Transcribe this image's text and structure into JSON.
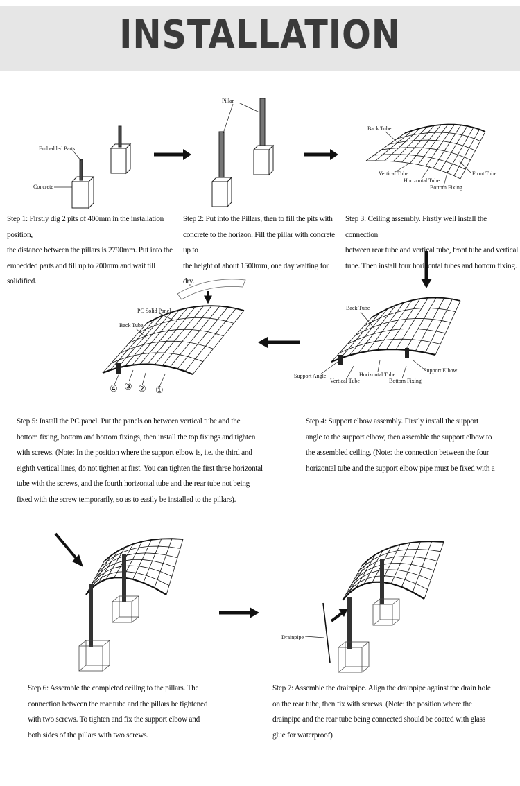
{
  "header": {
    "title": "INSTALLATION"
  },
  "labels": {
    "embedded_parts": "Embedded Parts",
    "concrete": "Concrete",
    "pillar": "Pillar",
    "back_tube": "Back Tube",
    "vertical_tube": "Vertical Tube",
    "horizontal_tube": "Horizontal Tube",
    "front_tube": "Front Tube",
    "bottom_fixing": "Bottom Fixing",
    "pc_solid_panel": "PC Solid Panel",
    "support_angle": "Support Angle",
    "support_elbow": "Support Elbow",
    "drainpipe": "Drainpipe",
    "num_4": "④",
    "num_3": "③",
    "num_2": "②",
    "num_1": "①"
  },
  "steps": {
    "step1": [
      "Step 1: Firstly dig 2 pits of 400mm in the installation position,",
      "the distance between the pillars is 2790mm. Put into the",
      "embedded parts and fill up to 200mm and wait till solidified."
    ],
    "step2": [
      "Step 2: Put into the Pillars, then to fill the pits with",
      "concrete to the horizon. Fill the pillar with concrete up to",
      "the height of about 1500mm, one day waiting for dry."
    ],
    "step3": [
      "Step 3: Ceiling assembly. Firstly well install the connection",
      "between rear tube and vertical tube, front tube and vertical",
      "tube. Then install four horizontal tubes and bottom fixing."
    ],
    "step4": [
      "Step 4: Support elbow assembly. Firstly install the support",
      "angle to the support elbow, then assemble the support elbow to",
      "the assembled ceiling.  (Note: the connection between the four",
      "horizontal tube and the support elbow pipe must be fixed with a"
    ],
    "step5": [
      "Step 5: Install the PC panel. Put the panels on between vertical tube and the",
      "bottom fixing, bottom and bottom fixings, then install the top fixings and tighten",
      "with screws. (Note: In the position where the support elbow is, i.e. the third and",
      "eighth vertical lines, do not tighten at first. You can tighten the first three horizontal",
      "tube with the screws, and the fourth horizontal tube and the rear tube not being",
      "fixed with the screw temporarily, so as to easily be installed to the pillars)."
    ],
    "step6": [
      "Step 6: Assemble the completed ceiling to the pillars. The",
      "connection between the rear tube and the pillars be tightened",
      "with two screws. To tighten and fix the support elbow and",
      "both sides of the pillars with two screws."
    ],
    "step7": [
      "Step 7: Assemble the drainpipe. Align the drainpipe against the drain hole",
      "on the rear tube, then fix with screws. (Note: the position where the",
      "drainpipe and the rear tube being connected should be coated with glass",
      "glue for waterproof)"
    ]
  }
}
